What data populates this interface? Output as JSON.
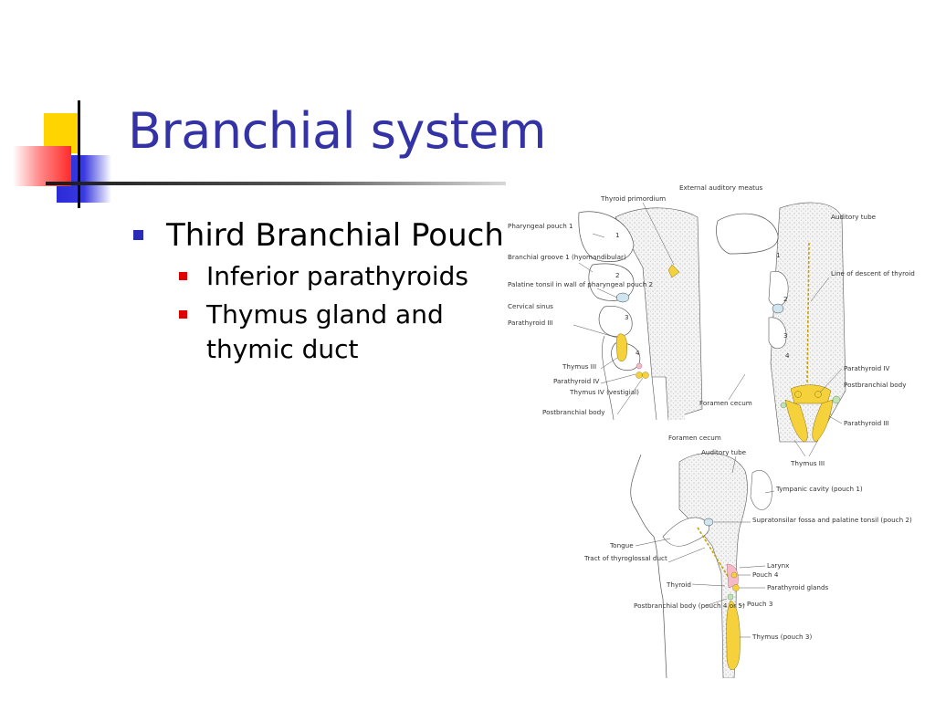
{
  "slide": {
    "title": "Branchial system",
    "bullets": [
      {
        "text": "Third Branchial Pouch",
        "sub": [
          "Inferior parathyroids",
          "Thymus gland and thymic duct"
        ]
      }
    ]
  },
  "colors": {
    "title": "#3333a6",
    "bullet_primary": "#2b2bb8",
    "bullet_secondary": "#e00000",
    "gland_yellow": "#f5d23c",
    "tonsil_blue": "#cfe6f0"
  },
  "figure": {
    "top_labels": {
      "thyroid_primordium": "Thyroid primordium",
      "external_auditory_meatus": "External auditory meatus",
      "pharyngeal_pouch_1": "Pharyngeal pouch 1",
      "branchial_groove_1": "Branchial groove 1 (hyomandibular)",
      "palatine_tonsil": "Palatine tonsil in wall of pharyngeal pouch 2",
      "cervical_sinus": "Cervical sinus",
      "parathyroid_iii": "Parathyroid III",
      "thymus_iii": "Thymus III",
      "parathyroid_iv": "Parathyroid IV",
      "thymus_iv": "Thymus IV (vestigial)",
      "postbranchial_body": "Postbranchial body",
      "foramen_cecum": "Foramen cecum",
      "auditory_tube": "Auditory tube",
      "line_of_descent": "Line of descent of thyroid",
      "parathyroid_iv_r": "Parathyroid IV",
      "postbranchial_body_r": "Postbranchial body",
      "parathyroid_iii_r": "Parathyroid III",
      "thymus_iii_r": "Thymus III"
    },
    "pouch_numbers": [
      "1",
      "2",
      "3",
      "4"
    ],
    "bottom_labels": {
      "foramen_cecum": "Foramen cecum",
      "auditory_tube": "Auditory tube",
      "tympanic_cavity": "Tympanic cavity (pouch 1)",
      "supratonsilar_fossa": "Supratonsilar fossa and palatine tonsil (pouch 2)",
      "tongue": "Tongue",
      "tract": "Tract of thyroglossal duct",
      "larynx": "Larynx",
      "pouch_4": "Pouch 4",
      "thyroid": "Thyroid",
      "parathyroid_glands": "Parathyroid glands",
      "postbranchial_body": "Postbranchial body (pouch 4 or 5)",
      "pouch_3": "Pouch 3",
      "thymus_pouch_3": "Thymus (pouch 3)"
    }
  }
}
